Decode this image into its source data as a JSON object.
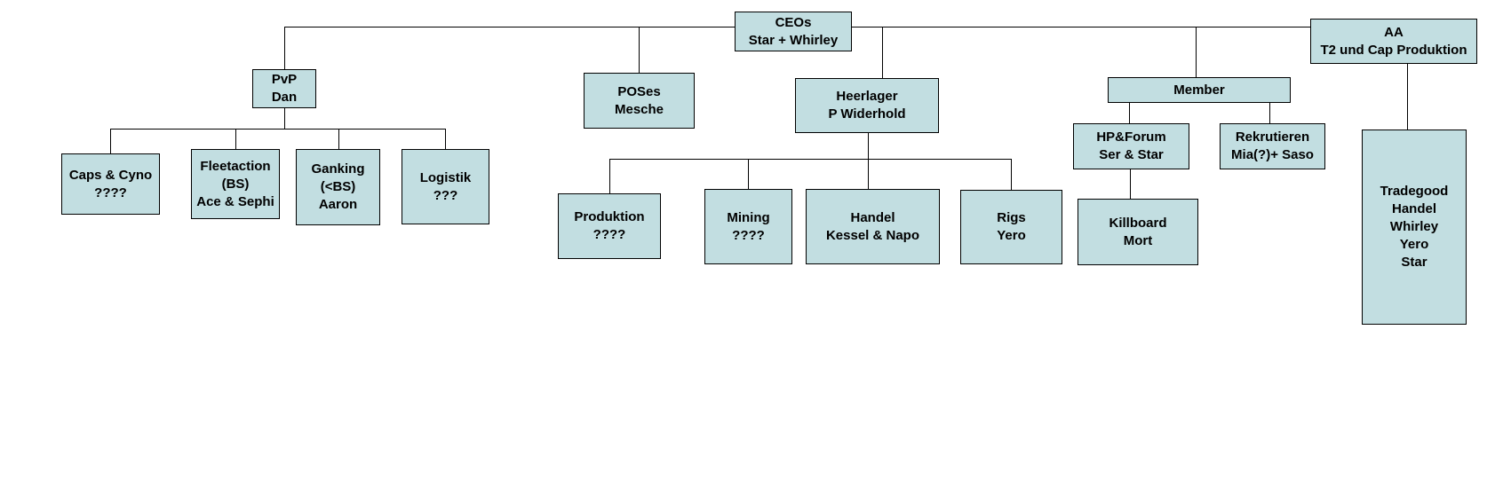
{
  "diagram_type": "org-chart",
  "colors": {
    "page_bg": "#ffffff",
    "box_fill": "#c2dee1",
    "box_border": "#000000",
    "connector": "#000000",
    "text": "#000000"
  },
  "nodes": {
    "ceos": {
      "lines": [
        "CEOs",
        "Star + Whirley"
      ]
    },
    "aa": {
      "lines": [
        "AA",
        "T2 und Cap Produktion"
      ]
    },
    "pvp": {
      "lines": [
        "PvP",
        "Dan"
      ]
    },
    "poses": {
      "lines": [
        "POSes",
        "Mesche"
      ]
    },
    "heerlager": {
      "lines": [
        "Heerlager",
        "P Widerhold"
      ]
    },
    "member": {
      "lines": [
        "Member"
      ]
    },
    "caps_cyno": {
      "lines": [
        "Caps & Cyno",
        "????"
      ]
    },
    "fleetaction": {
      "lines": [
        "Fleetaction",
        "(BS)",
        "Ace & Sephi"
      ]
    },
    "ganking": {
      "lines": [
        "Ganking",
        "(<BS)",
        "Aaron"
      ]
    },
    "logistik": {
      "lines": [
        "Logistik",
        "???"
      ]
    },
    "produktion": {
      "lines": [
        "Produktion",
        "????"
      ]
    },
    "mining": {
      "lines": [
        "Mining",
        "????"
      ]
    },
    "handel": {
      "lines": [
        "Handel",
        "Kessel & Napo"
      ]
    },
    "rigs": {
      "lines": [
        "Rigs",
        "Yero"
      ]
    },
    "hp_forum": {
      "lines": [
        "HP&Forum",
        "Ser & Star"
      ]
    },
    "rekrutieren": {
      "lines": [
        "Rekrutieren",
        "Mia(?)+ Saso"
      ]
    },
    "killboard": {
      "lines": [
        "Killboard",
        "Mort"
      ]
    },
    "tradegood": {
      "lines": [
        "Tradegood",
        "Handel",
        "Whirley",
        "Yero",
        "Star"
      ]
    }
  },
  "edges": [
    {
      "from": "ceos",
      "to": "pvp"
    },
    {
      "from": "ceos",
      "to": "poses"
    },
    {
      "from": "ceos",
      "to": "heerlager"
    },
    {
      "from": "ceos",
      "to": "member"
    },
    {
      "from": "ceos",
      "to": "aa"
    },
    {
      "from": "pvp",
      "to": "caps_cyno"
    },
    {
      "from": "pvp",
      "to": "fleetaction"
    },
    {
      "from": "pvp",
      "to": "ganking"
    },
    {
      "from": "pvp",
      "to": "logistik"
    },
    {
      "from": "heerlager",
      "to": "produktion"
    },
    {
      "from": "heerlager",
      "to": "mining"
    },
    {
      "from": "heerlager",
      "to": "handel"
    },
    {
      "from": "heerlager",
      "to": "rigs"
    },
    {
      "from": "member",
      "to": "hp_forum"
    },
    {
      "from": "member",
      "to": "rekrutieren"
    },
    {
      "from": "hp_forum",
      "to": "killboard"
    },
    {
      "from": "aa",
      "to": "tradegood"
    }
  ]
}
